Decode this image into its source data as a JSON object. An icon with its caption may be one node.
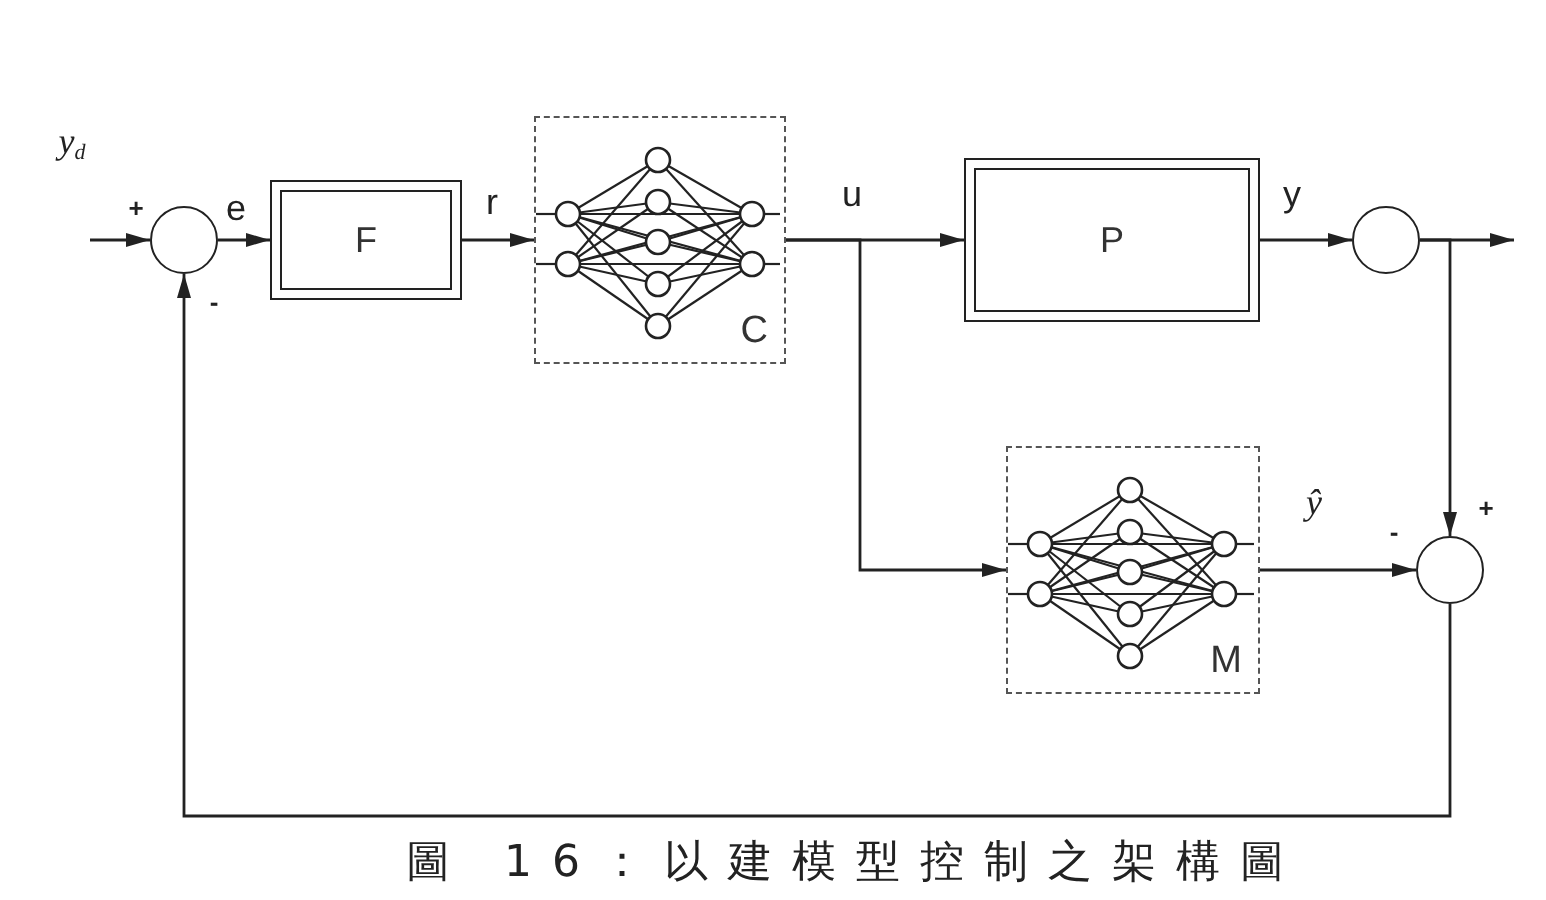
{
  "diagram": {
    "caption": "圖 16：以建模型控制之架構圖",
    "nodes": [
      {
        "text": [],
        "shape": "circle",
        "beside": [
          "+",
          "-"
        ]
      },
      {
        "text": [
          "F"
        ]
      },
      {
        "text": [
          "C"
        ]
      },
      {
        "text": [
          "P"
        ]
      },
      {
        "text": [],
        "shape": "circle"
      },
      {
        "text": [
          "M"
        ]
      },
      {
        "text": [],
        "shape": "circle",
        "beside": [
          "-",
          "+"
        ]
      }
    ],
    "edges": [
      {
        "from": null,
        "to": 0,
        "arrow": "to",
        "label": "y$_{d}$"
      },
      {
        "from": 0,
        "to": 1,
        "arrow": "to",
        "label": "e"
      },
      {
        "from": 1,
        "to": 2,
        "arrow": "to",
        "label": "r"
      },
      {
        "from": 2,
        "to": 3,
        "arrow": "to",
        "label": "u"
      },
      {
        "from": 2,
        "to": 5,
        "arrow": "to"
      },
      {
        "from": 3,
        "to": 4,
        "arrow": "to",
        "label": "y"
      },
      {
        "from": 4,
        "to": null,
        "arrow": "to"
      },
      {
        "from": 4,
        "to": 6,
        "arrow": "to"
      },
      {
        "from": 5,
        "to": 6,
        "arrow": "to",
        "label": "ŷ"
      },
      {
        "from": 6,
        "to": 0,
        "arrow": "to"
      }
    ]
  }
}
